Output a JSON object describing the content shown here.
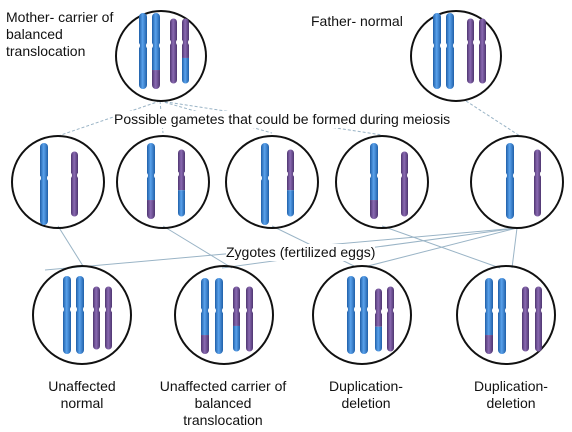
{
  "labels": {
    "mother": [
      "Mother- carrier of",
      "balanced",
      "translocation"
    ],
    "father": "Father- normal",
    "gametes": "Possible gametes that could be formed during meiosis",
    "zygotes": "Zygotes (fertilized eggs)",
    "outcomes": [
      [
        "Unaffected",
        "normal"
      ],
      [
        "Unaffected carrier of",
        "balanced",
        "translocation"
      ],
      [
        "Duplication-",
        "deletion"
      ],
      [
        "Duplication-",
        "deletion"
      ]
    ]
  },
  "colors": {
    "blue_chromosome": "#3a7fd0",
    "purple_chromosome": "#6a4a8e",
    "circle_outline": "#111111",
    "connector_line": "#9ab4c6"
  }
}
